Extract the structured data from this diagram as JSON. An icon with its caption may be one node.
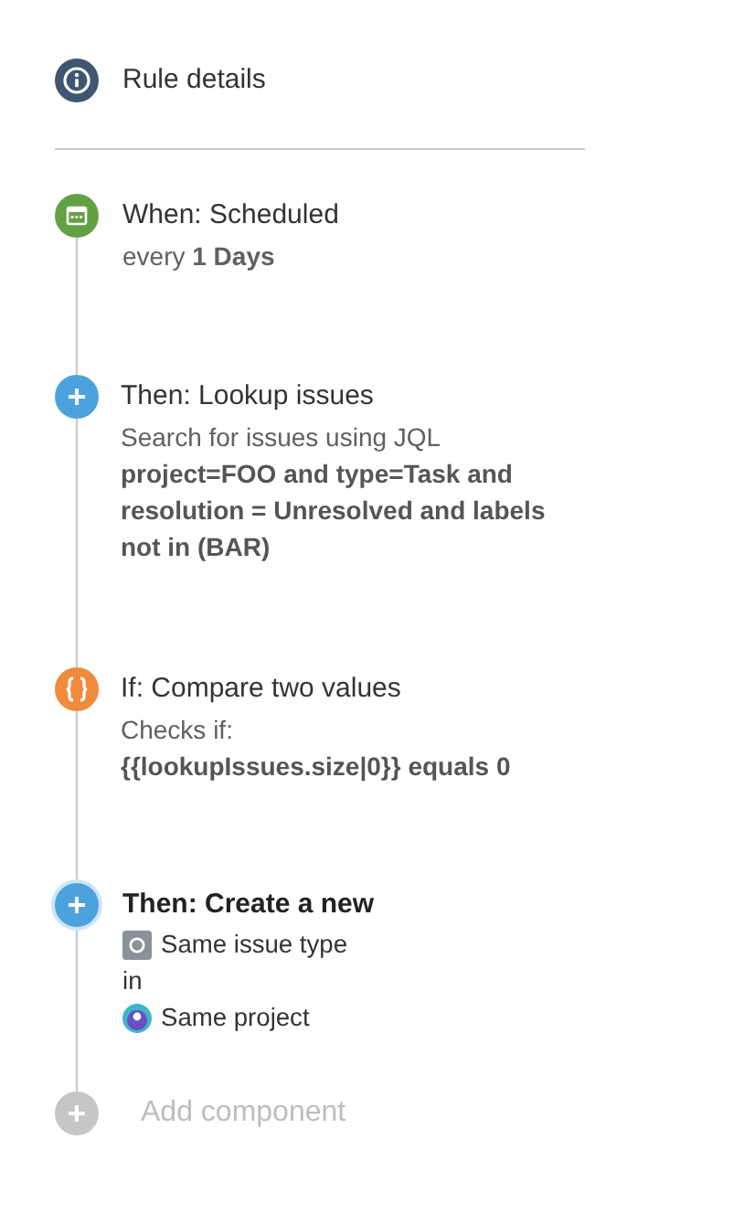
{
  "diagram": {
    "nodes": [
      {
        "text": [],
        "shape": "circle",
        "beside": [
          "Rule details"
        ]
      },
      {
        "text": [],
        "shape": "circle",
        "beside": [
          "When: Scheduled",
          "every **1 Days**"
        ]
      },
      {
        "text": [],
        "shape": "circle",
        "beside": [
          "Then: Lookup issues",
          "Search for issues using JQL",
          "project=FOO and type=Task and resolution = Unresolved and labels not in (BAR)"
        ]
      },
      {
        "text": [],
        "shape": "circle",
        "beside": [
          "If: Compare two values",
          "Checks if:",
          "{{lookupIssues.size|0}} equals 0"
        ]
      },
      {
        "text": [],
        "shape": "circle",
        "beside": [
          "Then: Create a new",
          "Same issue type",
          "in",
          "Same project"
        ]
      },
      {
        "text": [],
        "shape": "circle",
        "beside": [
          "Add component"
        ]
      }
    ],
    "edges": [
      {
        "from": 1,
        "to": 2,
        "arrow": "none"
      },
      {
        "from": 2,
        "to": 3,
        "arrow": "none"
      },
      {
        "from": 3,
        "to": 4,
        "arrow": "none"
      },
      {
        "from": 4,
        "to": 5,
        "arrow": "none"
      }
    ]
  }
}
